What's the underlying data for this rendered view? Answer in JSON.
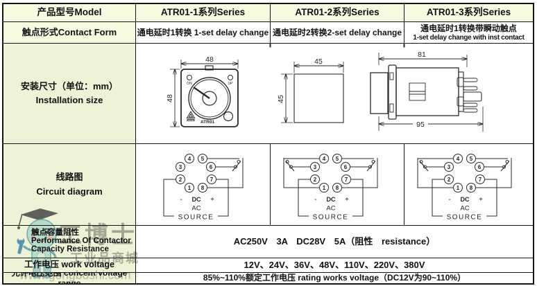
{
  "table": {
    "header": {
      "label": "产品型号Model",
      "col1": "ATR01-1系列Series",
      "col2": "ATR01-2系列Series",
      "col3": "ATR01-3系列Series"
    },
    "contact": {
      "label": "触点形式Contact Form",
      "col1": "通电延时1转换 1-set delay change",
      "col2": "通电延时2转换2-set delay change",
      "col3_cn": "通电延时1转换带瞬动触点",
      "col3_en": "1-set delay change with inst contact"
    },
    "install": {
      "label_cn": "安装尺寸（单位：mm）",
      "label_en": "Installation size",
      "front_w": "48",
      "front_h": "48",
      "cut_w": "45",
      "cut_h": "45",
      "depth": "81",
      "total_len": "95",
      "on_label": "ON",
      "up_label": "UP",
      "model_label": "ATR01"
    },
    "circuit": {
      "label_cn": "线路图",
      "label_en": "Circuit diagram",
      "pins": [
        "1",
        "2",
        "3",
        "4",
        "5",
        "6",
        "7",
        "8"
      ],
      "minus": "-",
      "dc": "DC",
      "plus": "+",
      "ac": "AC",
      "source": "SOURCE"
    },
    "capacity": {
      "label_l1": "触点容量阻性",
      "label_l2": "Performance Of Contactor",
      "label_l3": "Capacity Resistance",
      "value": "AC250V 3A DC28V 5A（阻性 resistance）"
    },
    "voltage": {
      "label": "工作电压 work voltage",
      "value": "12V、24V、36V、48V、110V、220V、380V"
    },
    "range": {
      "label": "允许电压范围 concent voltage range",
      "value": "85%~110%额定工作电压 rating works voltage（DC12V为90~110%）"
    }
  },
  "watermark": {
    "brand": "工博士",
    "tagline": "工业品商城",
    "url": "www.gongboshi.com"
  },
  "colors": {
    "header_bg": "#f8f9e1",
    "label_bg": "#edf3d6",
    "border": "#141414",
    "mascot_blue": "#bfe3f0",
    "wrench_blue": "#4b8fc7"
  }
}
